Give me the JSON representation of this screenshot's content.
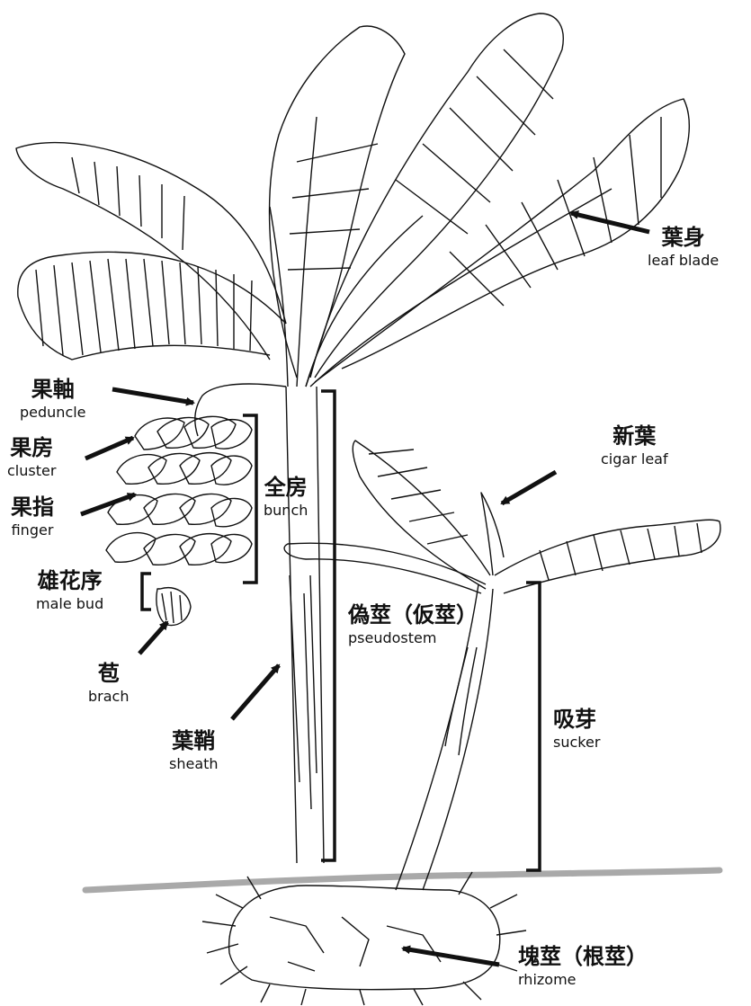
{
  "colors": {
    "line": "#111111",
    "ground": "#a9a9a9",
    "background": "#ffffff"
  },
  "labels": {
    "leaf_blade": {
      "zh": "葉身",
      "en": "leaf blade"
    },
    "peduncle": {
      "zh": "果軸",
      "en": "peduncle"
    },
    "cluster": {
      "zh": "果房",
      "en": "cluster"
    },
    "finger": {
      "zh": "果指",
      "en": "finger"
    },
    "bunch": {
      "zh": "全房",
      "en": "bunch"
    },
    "male_bud": {
      "zh": "雄花序",
      "en": "male bud"
    },
    "brach": {
      "zh": "苞",
      "en": "brach"
    },
    "sheath": {
      "zh": "葉鞘",
      "en": "sheath"
    },
    "cigar_leaf": {
      "zh": "新葉",
      "en": "cigar leaf"
    },
    "pseudostem": {
      "zh": "偽莖（仮莖）",
      "en": "pseudostem"
    },
    "sucker": {
      "zh": "吸芽",
      "en": "sucker"
    },
    "rhizome": {
      "zh": "塊莖（根莖）",
      "en": "rhizome"
    }
  }
}
